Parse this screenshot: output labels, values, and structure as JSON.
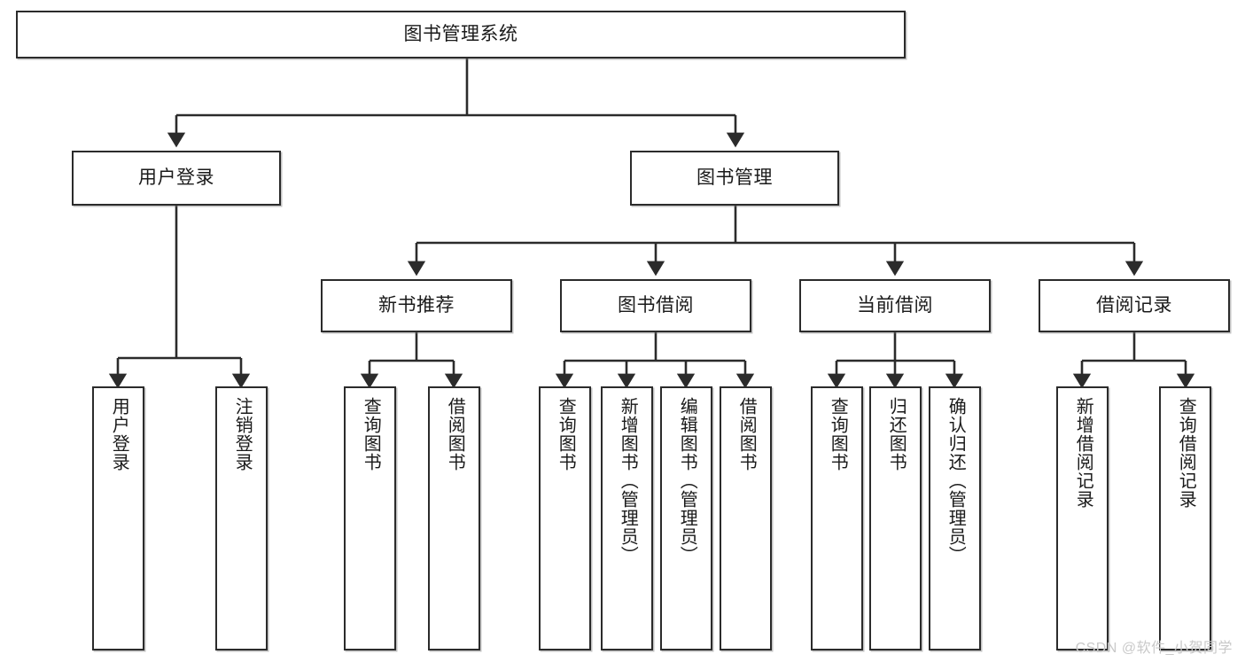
{
  "diagram": {
    "title": "图书管理系统",
    "type": "tree-hierarchy",
    "watermark": "CSDN @软件_小贺同学",
    "colors": {
      "box_border": "#2b2b2b",
      "box_fill": "#ffffff",
      "connector": "#2b2b2b",
      "text": "#1a1a1a",
      "watermark": "#c9c9c9"
    },
    "root": {
      "label": "图书管理系统"
    },
    "level2": [
      {
        "label": "用户登录"
      },
      {
        "label": "图书管理"
      }
    ],
    "level3": [
      {
        "label": "新书推荐"
      },
      {
        "label": "图书借阅"
      },
      {
        "label": "当前借阅"
      },
      {
        "label": "借阅记录"
      }
    ],
    "leaves": {
      "user_login": [
        {
          "label": "用户登录"
        },
        {
          "label": "注销登录"
        }
      ],
      "new_book_recommend": [
        {
          "label": "查询图书"
        },
        {
          "label": "借阅图书"
        }
      ],
      "book_borrow": [
        {
          "label": "查询图书"
        },
        {
          "label": "新增图书（管理员）"
        },
        {
          "label": "编辑图书（管理员）"
        },
        {
          "label": "借阅图书"
        }
      ],
      "current_borrow": [
        {
          "label": "查询图书"
        },
        {
          "label": "归还图书"
        },
        {
          "label": "确认归还（管理员）"
        }
      ],
      "borrow_record": [
        {
          "label": "新增借阅记录"
        },
        {
          "label": "查询借阅记录"
        }
      ]
    }
  }
}
